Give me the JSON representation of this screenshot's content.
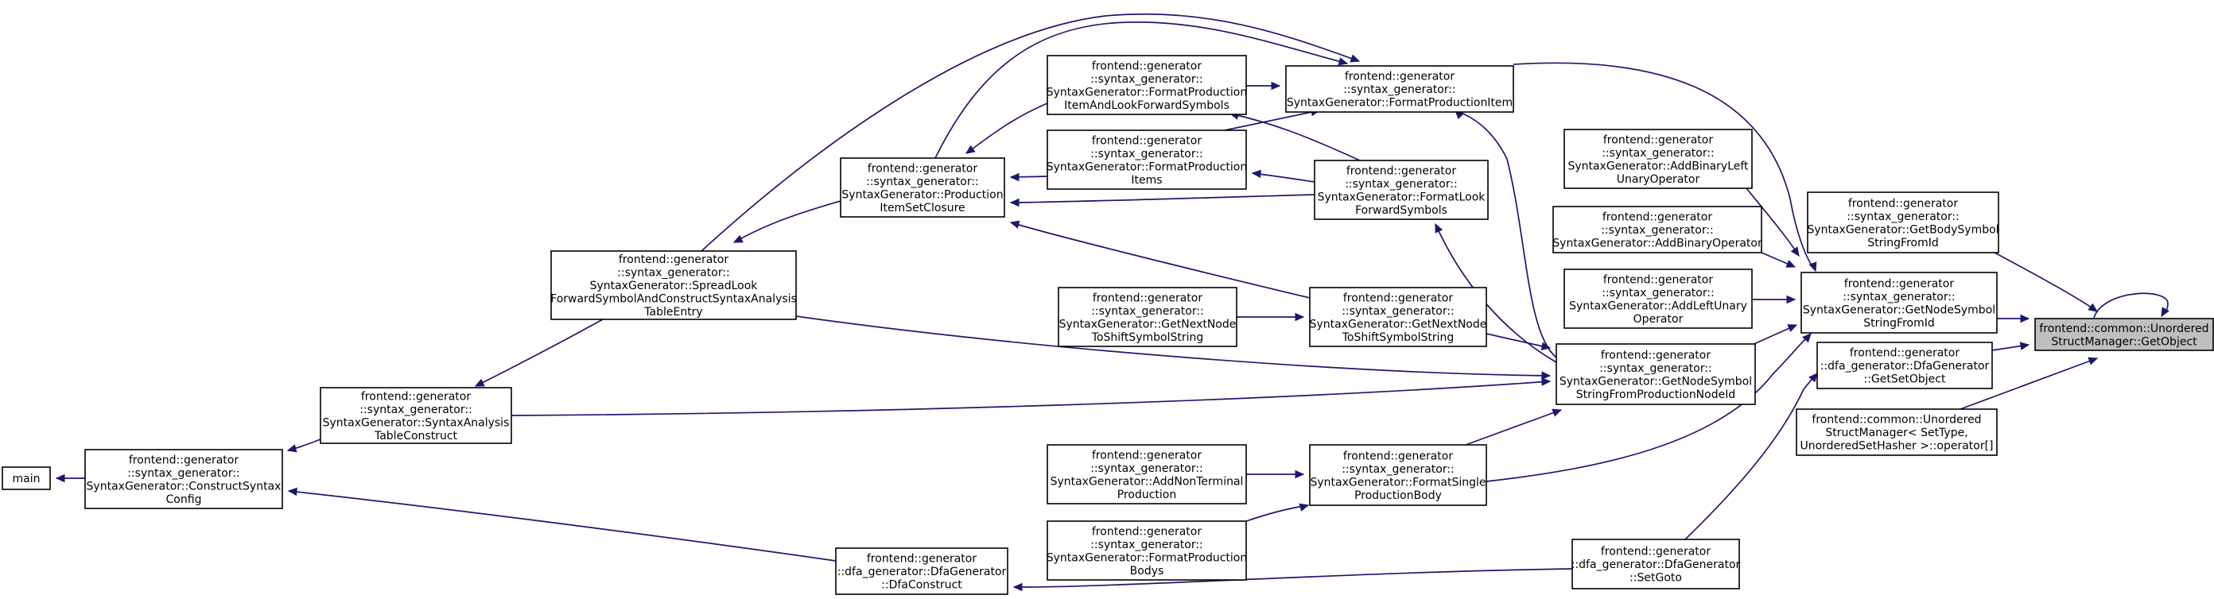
{
  "colors": {
    "edge": "#191970",
    "node_border": "#000000",
    "node_fill": "#ffffff",
    "highlight_fill": "#bfbfbf"
  },
  "nodes": [
    {
      "id": "getobject",
      "lines": [
        "frontend::common::Unordered",
        "StructManager::GetObject"
      ],
      "highlight": true
    },
    {
      "id": "getbodysymbol",
      "lines": [
        "frontend::generator",
        "::syntax_generator::",
        "SyntaxGenerator::GetBodySymbol",
        "StringFromId"
      ]
    },
    {
      "id": "getnodesymbol",
      "lines": [
        "frontend::generator",
        "::syntax_generator::",
        "SyntaxGenerator::GetNodeSymbol",
        "StringFromId"
      ]
    },
    {
      "id": "getsetobject",
      "lines": [
        "frontend::generator",
        "::dfa_generator::DfaGenerator",
        "::GetSetObject"
      ]
    },
    {
      "id": "operatoridx",
      "lines": [
        "frontend::common::Unordered",
        "StructManager< SetType,",
        "UnorderedSetHasher >::operator[]"
      ]
    },
    {
      "id": "addbinaryleft",
      "lines": [
        "frontend::generator",
        "::syntax_generator::",
        "SyntaxGenerator::AddBinaryLeft",
        "UnaryOperator"
      ]
    },
    {
      "id": "addbinaryop",
      "lines": [
        "frontend::generator",
        "::syntax_generator::",
        "SyntaxGenerator::AddBinaryOperator"
      ]
    },
    {
      "id": "addleftunary",
      "lines": [
        "frontend::generator",
        "::syntax_generator::",
        "SyntaxGenerator::AddLeftUnary",
        "Operator"
      ]
    },
    {
      "id": "formatproductionitem",
      "lines": [
        "frontend::generator",
        "::syntax_generator::",
        "SyntaxGenerator::FormatProductionItem"
      ]
    },
    {
      "id": "getnodesymbolfromprod",
      "lines": [
        "frontend::generator",
        "::syntax_generator::",
        "SyntaxGenerator::GetNodeSymbol",
        "StringFromProductionNodeId"
      ]
    },
    {
      "id": "setgoto",
      "lines": [
        "frontend::generator",
        "::dfa_generator::DfaGenerator",
        "::SetGoto"
      ]
    },
    {
      "id": "formatprodlookfwd",
      "lines": [
        "frontend::generator",
        "::syntax_generator::",
        "SyntaxGenerator::FormatProduction",
        "ItemAndLookForwardSymbols"
      ]
    },
    {
      "id": "formatproductionitems",
      "lines": [
        "frontend::generator",
        "::syntax_generator::",
        "SyntaxGenerator::FormatProduction",
        "Items"
      ]
    },
    {
      "id": "formatlookfwd",
      "lines": [
        "frontend::generator",
        "::syntax_generator::",
        "SyntaxGenerator::FormatLook",
        "ForwardSymbols"
      ]
    },
    {
      "id": "getnextnode2",
      "lines": [
        "frontend::generator",
        "::syntax_generator::",
        "SyntaxGenerator::GetNextNode",
        "ToShiftSymbolString"
      ]
    },
    {
      "id": "getnextnode1",
      "lines": [
        "frontend::generator",
        "::syntax_generator::",
        "SyntaxGenerator::GetNextNode",
        "ToShiftSymbolString"
      ]
    },
    {
      "id": "formatsinglebody",
      "lines": [
        "frontend::generator",
        "::syntax_generator::",
        "SyntaxGenerator::FormatSingle",
        "ProductionBody"
      ]
    },
    {
      "id": "addnonterminal",
      "lines": [
        "frontend::generator",
        "::syntax_generator::",
        "SyntaxGenerator::AddNonTerminal",
        "Production"
      ]
    },
    {
      "id": "formatproductionbodys",
      "lines": [
        "frontend::generator",
        "::syntax_generator::",
        "SyntaxGenerator::FormatProduction",
        "Bodys"
      ]
    },
    {
      "id": "itemsetclosure",
      "lines": [
        "frontend::generator",
        "::syntax_generator::",
        "SyntaxGenerator::Production",
        "ItemSetClosure"
      ]
    },
    {
      "id": "dfaconstruct",
      "lines": [
        "frontend::generator",
        "::dfa_generator::DfaGenerator",
        "::DfaConstruct"
      ]
    },
    {
      "id": "spreadlook",
      "lines": [
        "frontend::generator",
        "::syntax_generator::",
        "SyntaxGenerator::SpreadLook",
        "ForwardSymbolAndConstructSyntaxAnalysis",
        "TableEntry"
      ]
    },
    {
      "id": "syntaxtable",
      "lines": [
        "frontend::generator",
        "::syntax_generator::",
        "SyntaxGenerator::SyntaxAnalysis",
        "TableConstruct"
      ]
    },
    {
      "id": "constructsyntax",
      "lines": [
        "frontend::generator",
        "::syntax_generator::",
        "SyntaxGenerator::ConstructSyntax",
        "Config"
      ]
    },
    {
      "id": "main",
      "lines": [
        "main"
      ]
    }
  ]
}
